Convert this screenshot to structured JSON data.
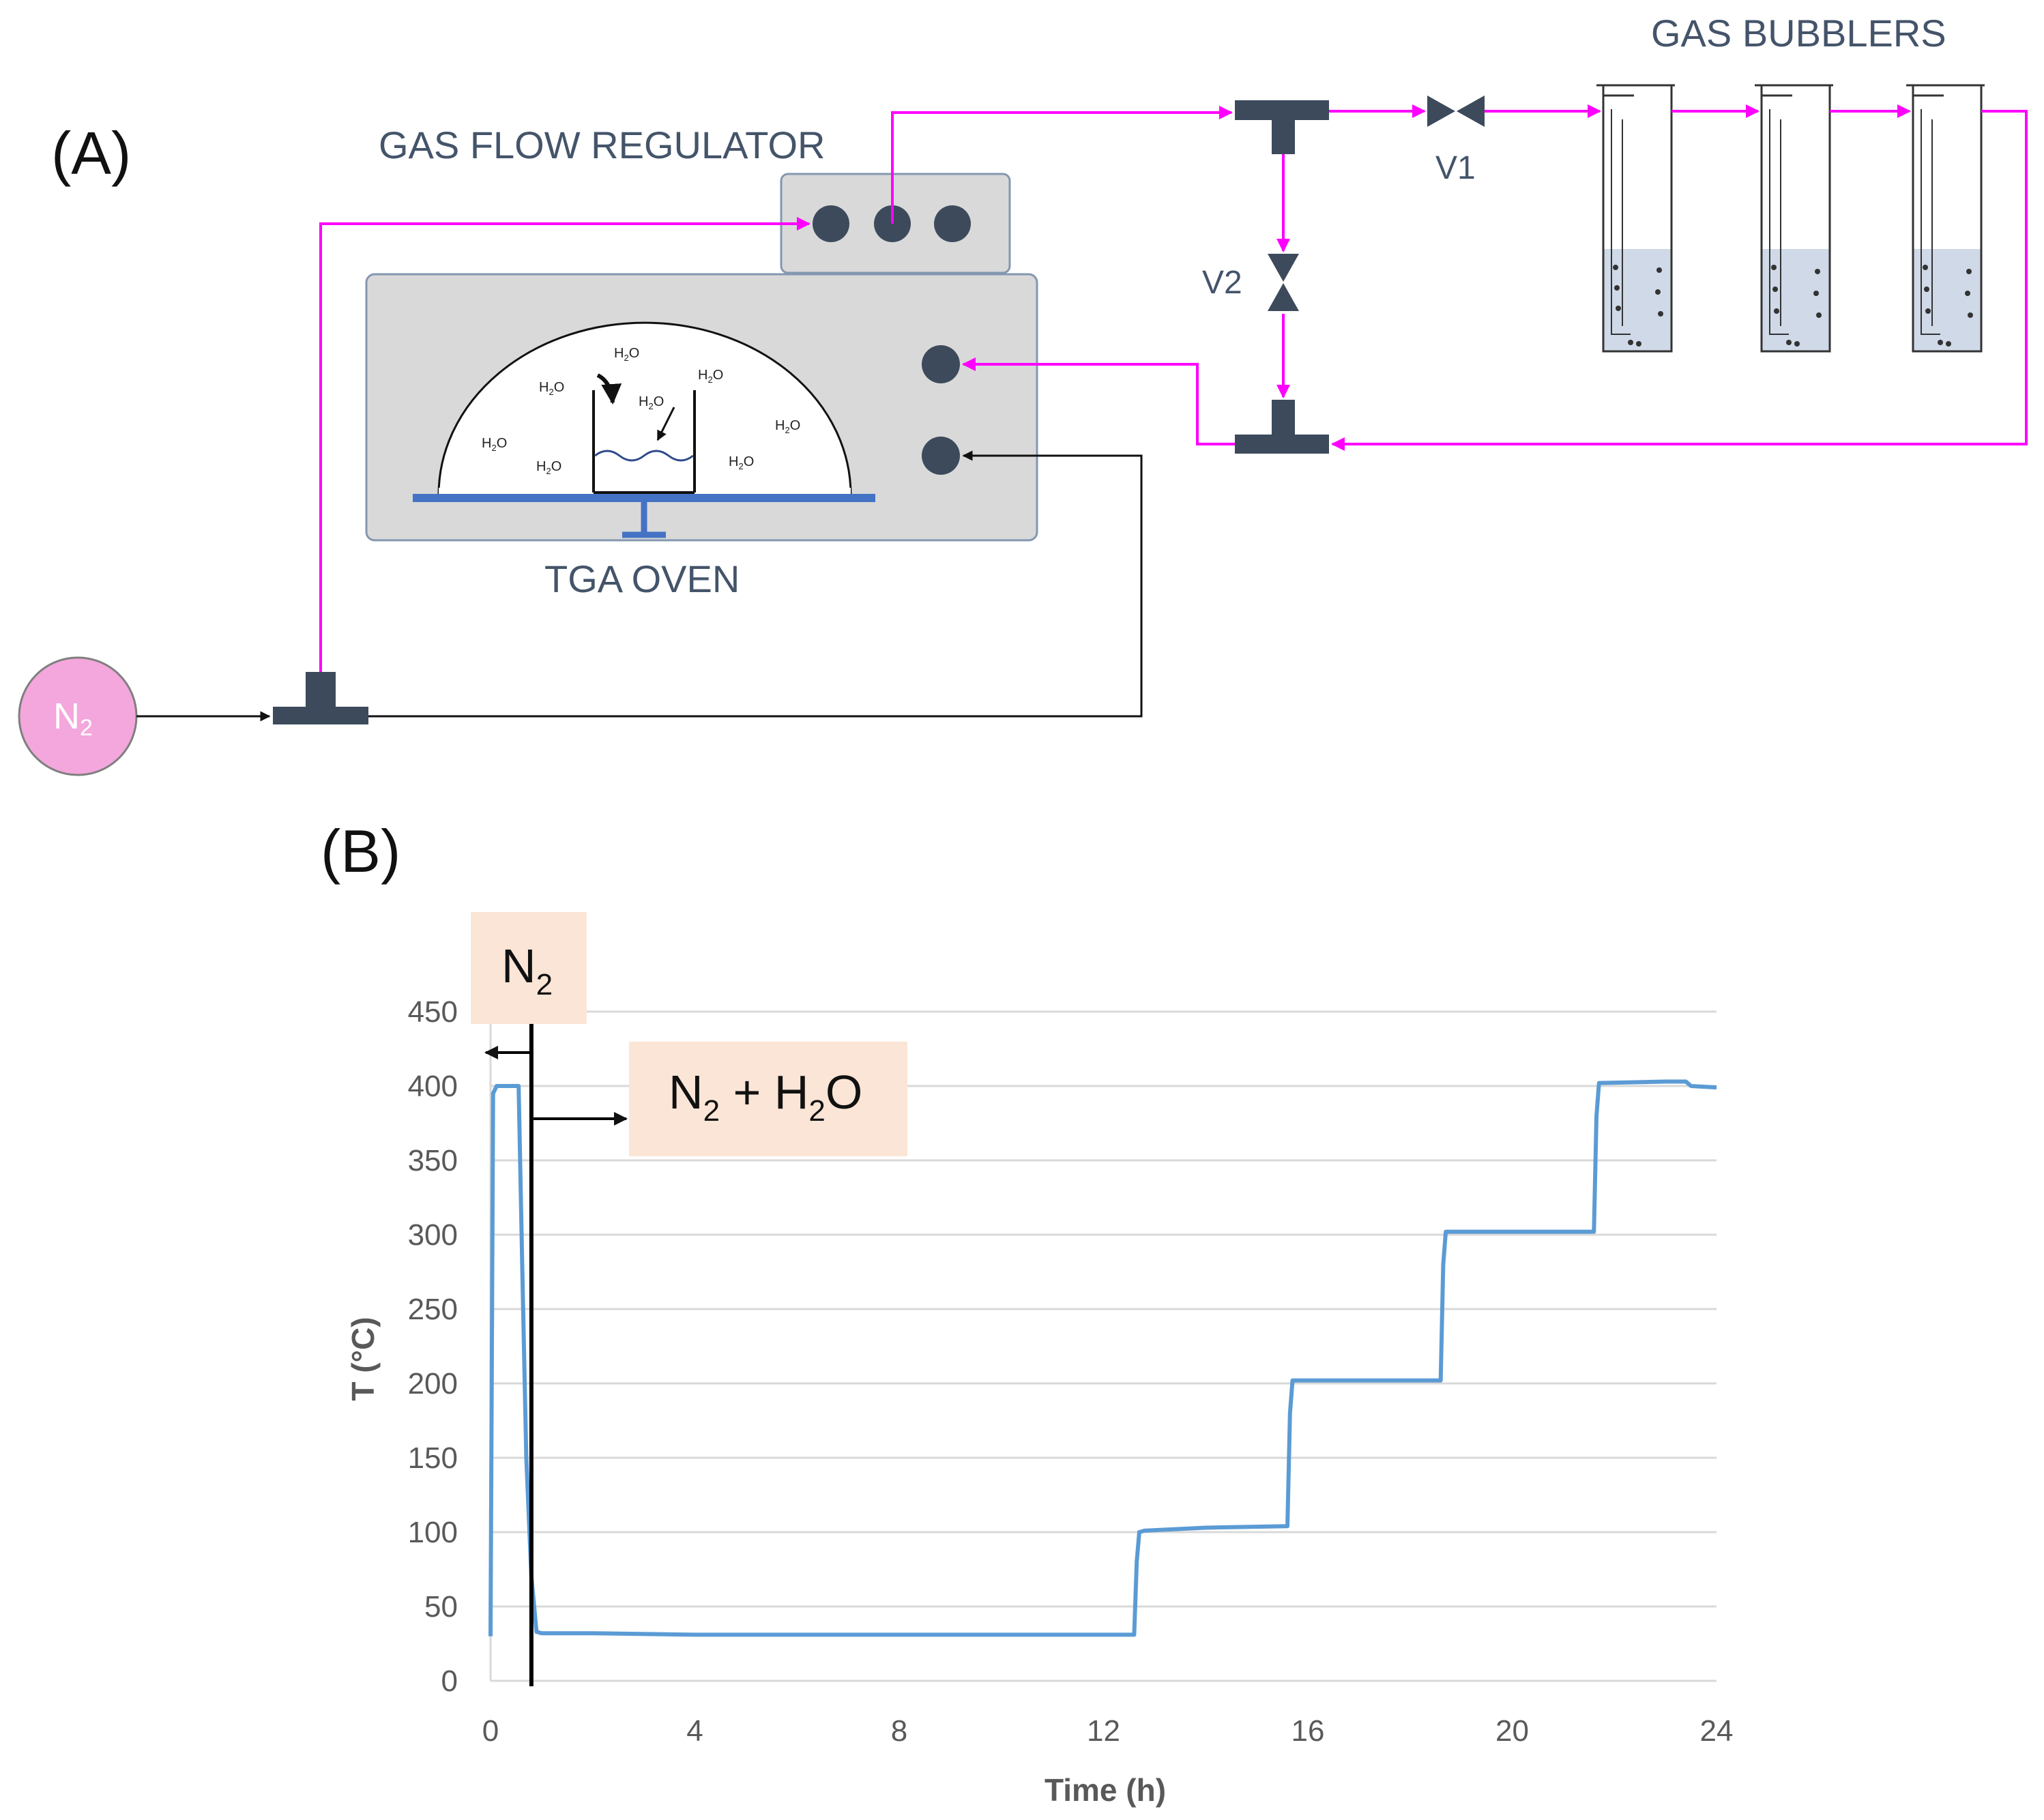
{
  "panel_a": {
    "panel_label": "(A)",
    "gas_flow_regulator_label": "GAS FLOW REGULATOR",
    "gas_bubblers_label": "GAS BUBBLERS",
    "tga_oven_label": "TGA OVEN",
    "valve1_label": "V1",
    "valve2_label": "V2",
    "n2_source": {
      "base": "N",
      "sub": "2"
    },
    "h2o_molecule": {
      "base": "H",
      "sub": "2",
      "tail": "O"
    },
    "colors": {
      "gas_line": "#ff00ff",
      "dry_line": "#111111",
      "equipment": "#3d4a5c",
      "panel_fill": "#d9d9d9",
      "n2_fill": "#f4a7dc",
      "water": "#cfd9e8",
      "oven_tray": "#4472c4"
    }
  },
  "panel_b": {
    "panel_label": "(B)",
    "n2_box": {
      "base": "N",
      "sub": "2"
    },
    "n2_h2o_box": {
      "a": "N",
      "a_sub": "2",
      "plus": " + ",
      "b": "H",
      "b_sub": "2",
      "c": "O"
    },
    "colors": {
      "series": "#5b9bd5",
      "box_fill": "#fbe5d6",
      "grid": "#d9d9d9",
      "marker": "#000000"
    }
  },
  "chart_data": {
    "type": "line",
    "xlabel": "Time (h)",
    "ylabel": "T (°C)",
    "xlim": [
      0,
      24
    ],
    "ylim": [
      0,
      450
    ],
    "x_ticks": [
      "0",
      "4",
      "8",
      "12",
      "16",
      "20",
      "24"
    ],
    "y_ticks": [
      "0",
      "50",
      "100",
      "150",
      "200",
      "250",
      "300",
      "350",
      "400",
      "450"
    ],
    "grid": "horizontal",
    "series": [
      {
        "x": [
          0,
          0.05,
          0.12,
          0.3,
          0.55,
          0.62,
          0.7,
          0.8,
          0.9,
          1.0,
          2,
          4,
          8,
          12.6,
          12.65,
          12.7,
          12.8,
          14,
          15.6,
          15.65,
          15.7,
          16.5,
          18.6,
          18.65,
          18.7,
          20,
          21.6,
          21.65,
          21.7,
          23.0,
          23.4,
          23.5,
          24
        ],
        "y": [
          30,
          395,
          400,
          400,
          400,
          280,
          150,
          70,
          33,
          32,
          32,
          31,
          31,
          31,
          80,
          100,
          101,
          103,
          104,
          180,
          202,
          202,
          202,
          280,
          302,
          302,
          302,
          380,
          402,
          403,
          403,
          400,
          399
        ]
      }
    ],
    "markers": [
      {
        "x": 0.8,
        "label": "N2 | N2 + H2O switch"
      }
    ]
  }
}
